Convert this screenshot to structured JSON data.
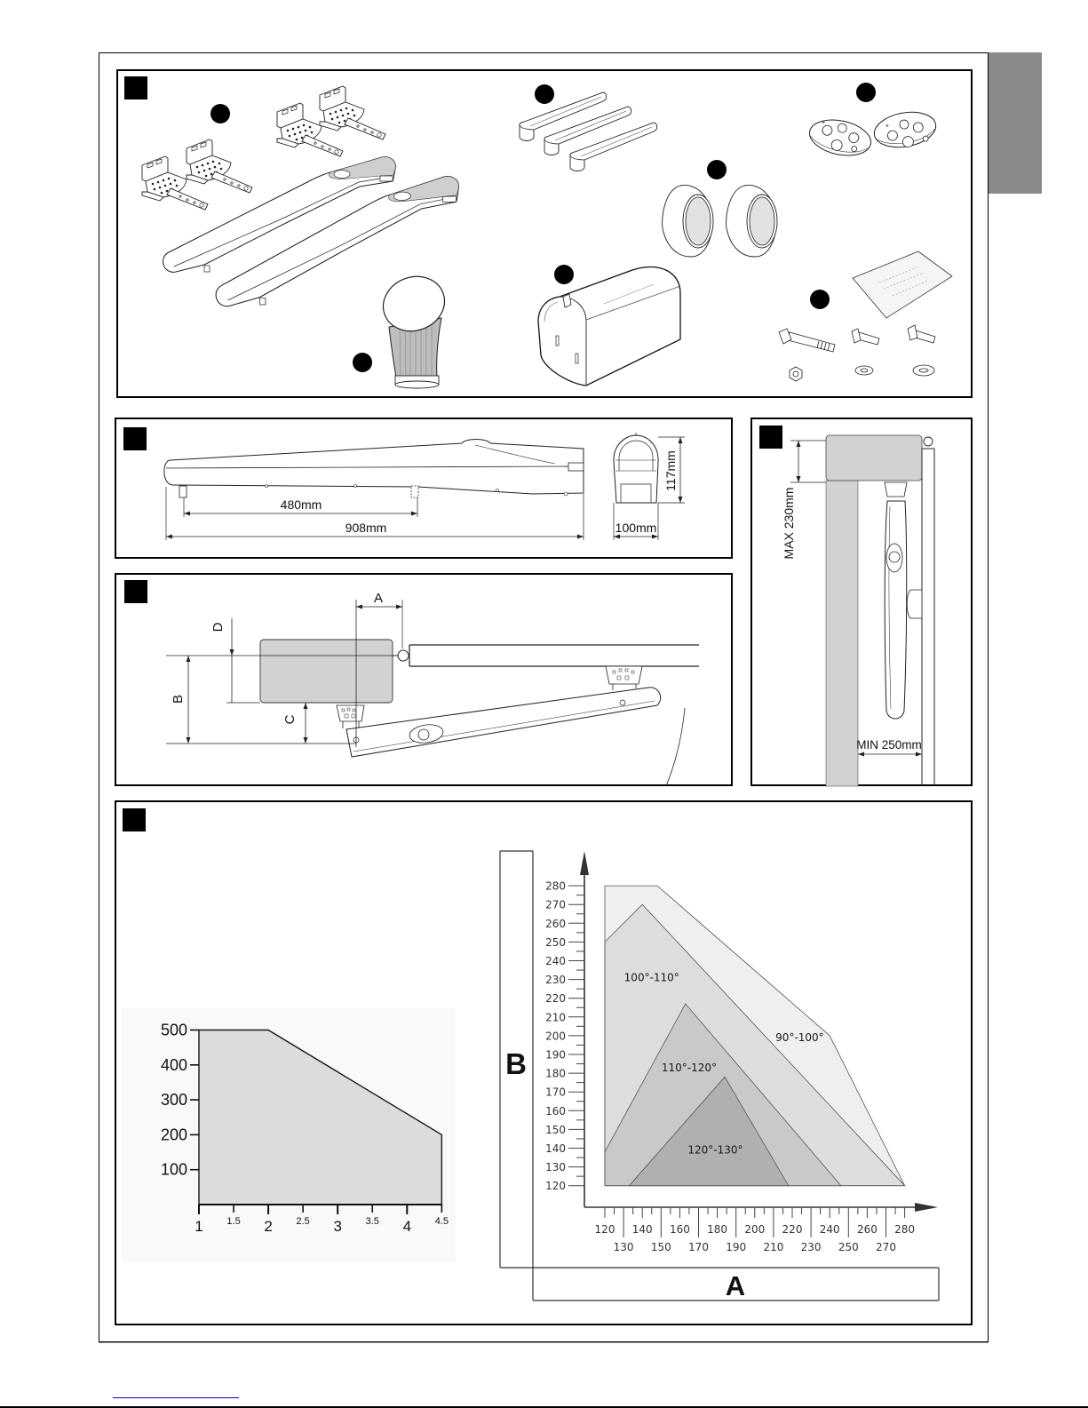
{
  "colors": {
    "side_tab": "#8a8a8a",
    "footer_link": "#0000cc",
    "marker": "#000000"
  },
  "dimensions_view": {
    "foot_spacing": "480mm",
    "overall_length": "908mm",
    "height": "117mm",
    "width": "100mm"
  },
  "pillar_view": {
    "max_label": "MAX 230mm",
    "min_label": "MIN 250mm"
  },
  "mounting_view": {
    "a": "A",
    "b": "B",
    "c": "C",
    "d": "D"
  },
  "chart_data": [
    {
      "type": "area",
      "title": "",
      "xlabel": "",
      "ylabel": "",
      "x": [
        1,
        2,
        4.5
      ],
      "y": [
        500,
        500,
        200
      ],
      "baseline": 0,
      "xlim": [
        1,
        4.5
      ],
      "ylim": [
        0,
        500
      ],
      "xticks": [
        1,
        1.5,
        2,
        2.5,
        3,
        3.5,
        4,
        4.5
      ],
      "xtick_labels": [
        "1",
        "1.5",
        "2",
        "2.5",
        "3",
        "3.5",
        "4",
        "4.5"
      ],
      "yticks": [
        100,
        200,
        300,
        400,
        500
      ],
      "ytick_labels": [
        "100",
        "200",
        "300",
        "400",
        "500"
      ],
      "fill": "#dcdcdc",
      "grid": false,
      "legend": "none"
    },
    {
      "type": "area",
      "title": "",
      "xlabel": "A",
      "ylabel": "B",
      "xlim": [
        120,
        280
      ],
      "ylim": [
        120,
        280
      ],
      "minor_tick_step": 5,
      "xticks": [
        120,
        130,
        140,
        150,
        160,
        170,
        180,
        190,
        200,
        210,
        220,
        230,
        240,
        250,
        260,
        270,
        280
      ],
      "xtick_labels": [
        "120",
        "130",
        "140",
        "150",
        "160",
        "170",
        "180",
        "190",
        "200",
        "210",
        "220",
        "230",
        "240",
        "250",
        "260",
        "270",
        "280"
      ],
      "yticks": [
        120,
        130,
        140,
        150,
        160,
        170,
        180,
        190,
        200,
        210,
        220,
        230,
        240,
        250,
        260,
        270,
        280
      ],
      "ytick_labels": [
        "120",
        "130",
        "140",
        "150",
        "160",
        "170",
        "180",
        "190",
        "200",
        "210",
        "220",
        "230",
        "240",
        "250",
        "260",
        "270",
        "280"
      ],
      "series": [
        {
          "name": "90°-100°",
          "polygon": [
            [
              120,
              120
            ],
            [
              120,
              280
            ],
            [
              148,
              280
            ],
            [
              240,
              200
            ],
            [
              280,
              120
            ]
          ],
          "color": "#efefef",
          "label_at": [
            224,
            199
          ]
        },
        {
          "name": "100°-110°",
          "polygon": [
            [
              120,
              120
            ],
            [
              120,
              250
            ],
            [
              140,
              270
            ],
            [
              280,
              120
            ]
          ],
          "color": "#dddddd",
          "label_at": [
            145,
            231
          ]
        },
        {
          "name": "110°-120°",
          "polygon": [
            [
              120,
              120
            ],
            [
              120,
              138
            ],
            [
              163,
              217
            ],
            [
              246,
              120
            ]
          ],
          "color": "#c9c9c9",
          "label_at": [
            165,
            183
          ]
        },
        {
          "name": "120°-130°",
          "polygon": [
            [
              133,
              120
            ],
            [
              184,
              178
            ],
            [
              218,
              120
            ]
          ],
          "color": "#b0b0b0",
          "label_at": [
            179,
            139
          ]
        }
      ],
      "grid": false,
      "legend": "inline"
    }
  ]
}
